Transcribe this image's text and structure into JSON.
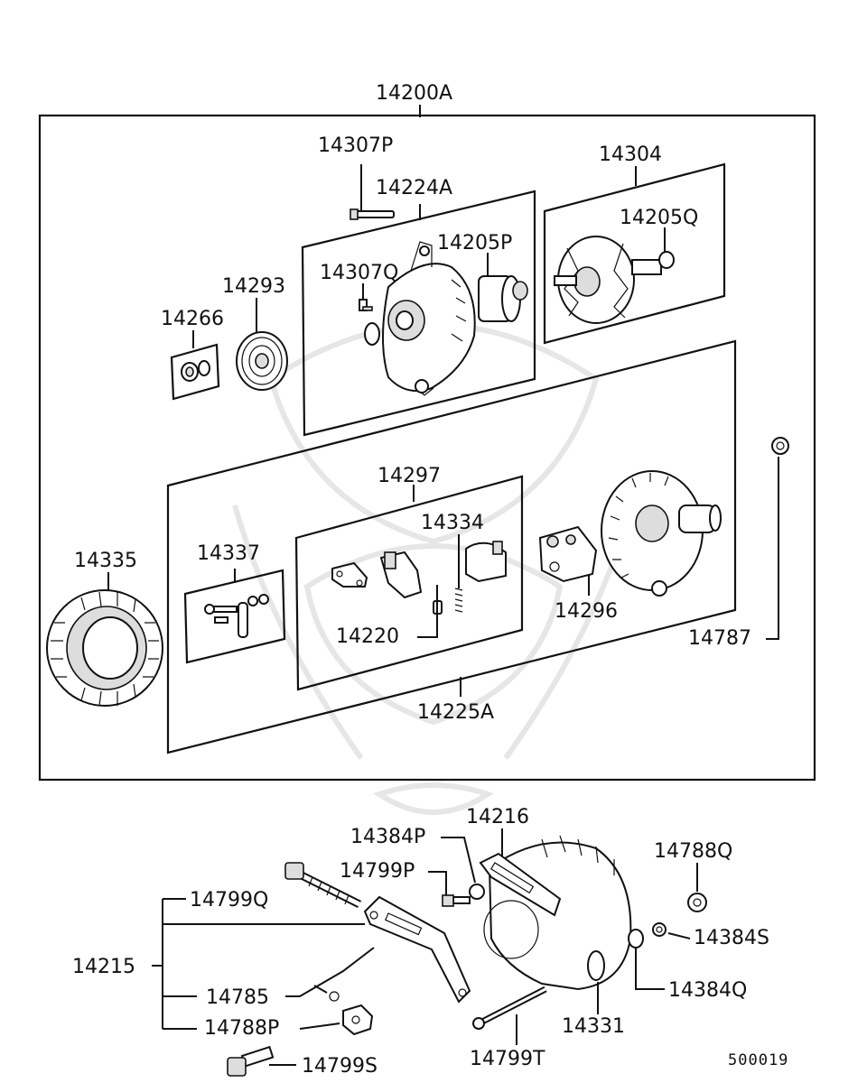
{
  "diagram": {
    "code": "500019",
    "labels": {
      "14200A": "14200A",
      "14307P": "14307P",
      "14224A": "14224A",
      "14304": "14304",
      "14205Q": "14205Q",
      "14205P": "14205P",
      "14307Q": "14307Q",
      "14293": "14293",
      "14266": "14266",
      "14297": "14297",
      "14334": "14334",
      "14335": "14335",
      "14337": "14337",
      "14220": "14220",
      "14296": "14296",
      "14787": "14787",
      "14225A": "14225A",
      "14216": "14216",
      "14384P": "14384P",
      "14799P": "14799P",
      "14788Q": "14788Q",
      "14799Q": "14799Q",
      "14215": "14215",
      "14384S": "14384S",
      "14785": "14785",
      "14384Q": "14384Q",
      "14788P": "14788P",
      "14331": "14331",
      "14799T": "14799T",
      "14799S": "14799S"
    }
  }
}
